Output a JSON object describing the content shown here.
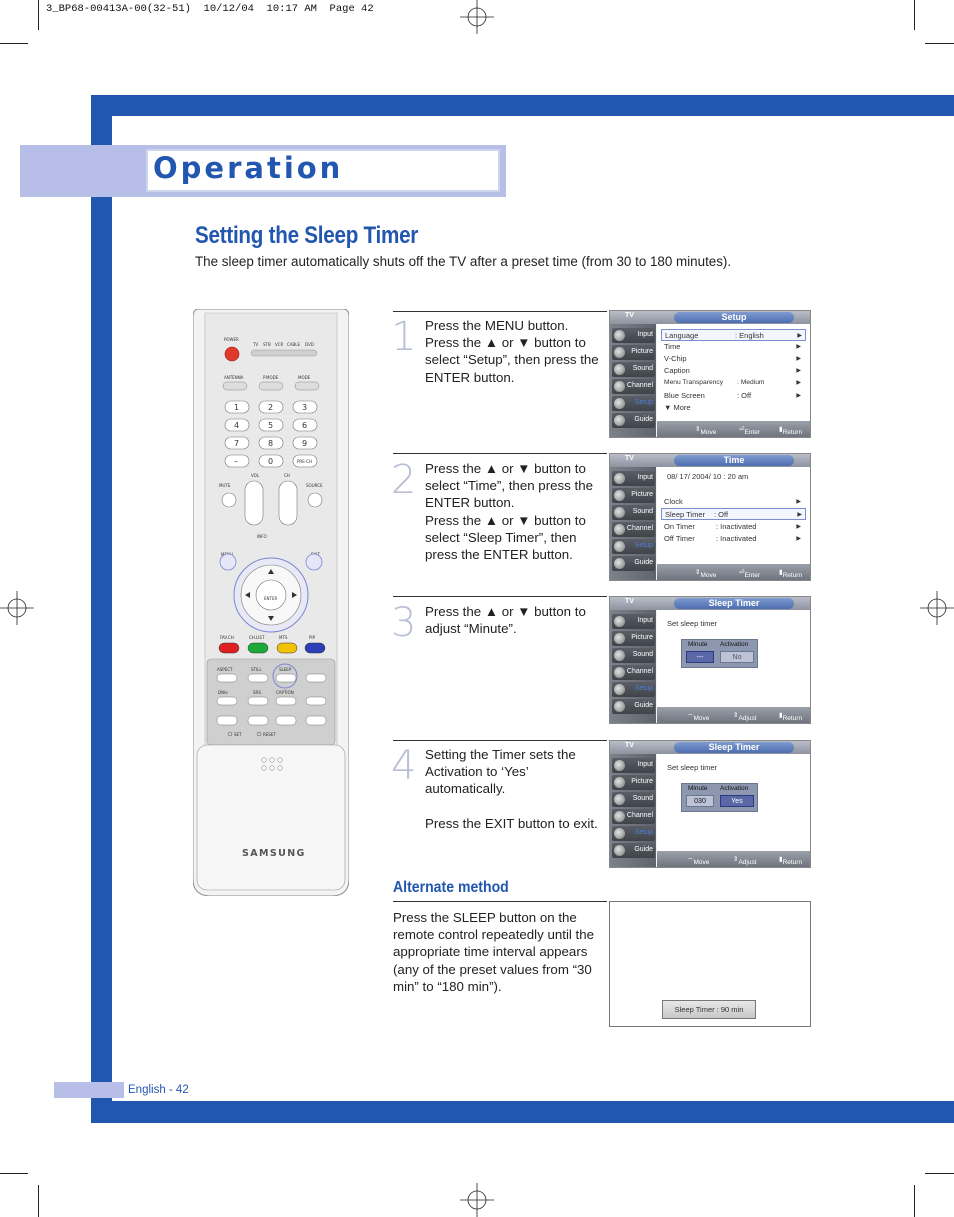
{
  "print_header": "3_BP68-00413A-00(32-51)  10/12/04  10:17 AM  Page 42",
  "chapter": "Operation",
  "section": {
    "title": "Setting the Sleep Timer",
    "intro": "The sleep timer automatically shuts off the TV after a preset time (from 30 to 180 minutes)."
  },
  "remote": {
    "power": "POWER",
    "sources": [
      "TV",
      "STB",
      "VCR",
      "CABLE",
      "DVD"
    ],
    "antenna": "ANTENNA",
    "pmode": "P.MODE",
    "mode": "MODE",
    "digits": [
      "1",
      "2",
      "3",
      "4",
      "5",
      "6",
      "7",
      "8",
      "9",
      "–",
      "0",
      "PRE-CH"
    ],
    "mute": "MUTE",
    "vol": "VOL",
    "ch": "CH",
    "source": "SOURCE",
    "menu": "MENU",
    "info": "INFO",
    "exit": "EXIT",
    "enter": "ENTER",
    "fav": "FAV.CH",
    "chlist": "CH.LIST",
    "mts": "MTS",
    "pip": "PIP",
    "aspect": "ASPECT",
    "still": "STILL",
    "sleep": "SLEEP",
    "dnie": "DNIe",
    "srs": "SRS",
    "caption": "CAPTION",
    "set": "SET",
    "reset": "RESET",
    "brand": "SAMSUNG",
    "colors": {
      "red": "#e02020",
      "green": "#1fa83a",
      "yellow": "#f2c200",
      "blue": "#2a3fb8"
    }
  },
  "steps": [
    {
      "num": "1",
      "lines": [
        "Press the MENU button.",
        "Press the ▲ or ▼ button to select “Setup”, then press the ENTER button."
      ]
    },
    {
      "num": "2",
      "lines": [
        "Press the ▲ or ▼ button to select “Time”, then press the ENTER button.",
        "Press the ▲ or ▼ button to select “Sleep Timer”, then press the ENTER button."
      ]
    },
    {
      "num": "3",
      "lines": [
        "Press the ▲ or ▼ button to adjust “Minute”."
      ]
    },
    {
      "num": "4",
      "lines": [
        "Setting the Timer sets the Activation to ‘Yes’ automatically.",
        "",
        "Press the EXIT button to exit."
      ]
    }
  ],
  "osd": {
    "tv_label": "TV",
    "menu_items": [
      "Input",
      "Picture",
      "Sound",
      "Channel",
      "Setup",
      "Guide"
    ],
    "setup": {
      "title": "Setup",
      "rows": [
        {
          "label": "Language",
          "value": ": English"
        },
        {
          "label": "Time",
          "value": ""
        },
        {
          "label": "V-Chip",
          "value": ""
        },
        {
          "label": "Caption",
          "value": ""
        },
        {
          "label": "Menu Transparency",
          "value": ": Medium"
        },
        {
          "label": "Blue Screen",
          "value": ": Off"
        },
        {
          "label": "▼ More",
          "value": ""
        }
      ]
    },
    "time": {
      "title": "Time",
      "clock_line": "08/ 17/ 2004/ 10 : 20 am",
      "rows": [
        {
          "label": "Clock",
          "value": ""
        },
        {
          "label": "Sleep Timer",
          "value": ": Off"
        },
        {
          "label": "On Timer",
          "value": ": Inactivated"
        },
        {
          "label": "Off Timer",
          "value": ": Inactivated"
        }
      ]
    },
    "sleep1": {
      "title": "Sleep Timer",
      "note": "Set sleep timer",
      "minute_label": "Minute",
      "activation_label": "Activation",
      "minute": "---",
      "activation": "No"
    },
    "sleep2": {
      "title": "Sleep Timer",
      "note": "Set sleep timer",
      "minute_label": "Minute",
      "activation_label": "Activation",
      "minute": "030",
      "activation": "Yes"
    },
    "foot_enter": {
      "move": "Move",
      "enter": "Enter",
      "return": "Return"
    },
    "foot_adjust": {
      "move": "Move",
      "adjust": "Adjust",
      "return": "Return"
    }
  },
  "alternate": {
    "title": "Alternate method",
    "text": "Press the SLEEP button on the remote control repeatedly until the appropriate time interval appears (any of the preset values from “30 min” to “180 min”).",
    "banner": "Sleep Timer : 90 min"
  },
  "footer": "English - 42",
  "accent_color": "#2257b0"
}
